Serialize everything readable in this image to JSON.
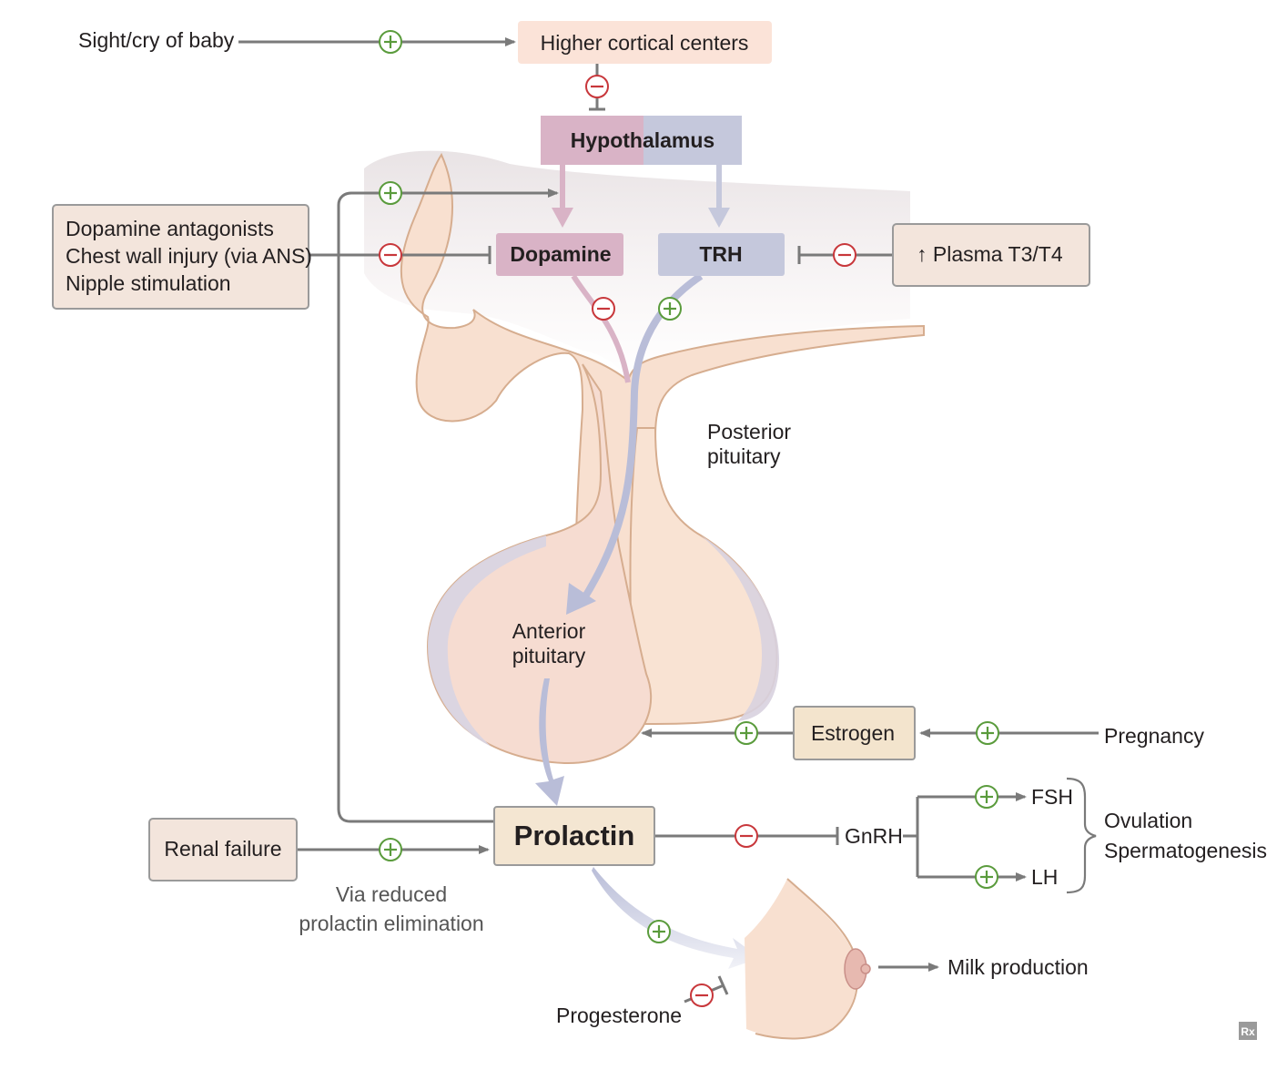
{
  "colors": {
    "tissue": "#f8e0d0",
    "tissue_edge": "#d6ad8f",
    "anterior": "#f6dcd1",
    "hypothalamus_pink": "#d9b3c6",
    "hypothalamus_blue": "#c5c8dc",
    "box_fill": "#f3e5dc",
    "box_border": "#9a9a9a",
    "prolactin_fill": "#f4e6d2",
    "estrogen_fill": "#f3e4cd",
    "higher_fill": "#fbe3d8",
    "plus": "#5a9b3c",
    "minus": "#c8373b",
    "arrow_gray": "#7a7a7a",
    "flow_blue": "#b9bdd8"
  },
  "labels": {
    "sight_cry": "Sight/cry of baby",
    "higher_cortical": "Higher cortical centers",
    "hypothalamus": "Hypothalamus",
    "dopamine": "Dopamine",
    "trh": "TRH",
    "dopamine_antagonists": "Dopamine antagonists",
    "chest_wall": "Chest wall injury (via ANS)",
    "nipple_stim": "Nipple stimulation",
    "plasma_t3t4": "↑ Plasma T3/T4",
    "posterior_1": "Posterior",
    "posterior_2": "pituitary",
    "anterior_1": "Anterior",
    "anterior_2": "pituitary",
    "estrogen": "Estrogen",
    "pregnancy": "Pregnancy",
    "prolactin": "Prolactin",
    "renal_failure": "Renal failure",
    "via_reduced_1": "Via reduced",
    "via_reduced_2": "prolactin elimination",
    "gnrh": "GnRH",
    "fsh": "FSH",
    "lh": "LH",
    "ovulation": "Ovulation",
    "spermatogenesis": "Spermatogenesis",
    "milk_production": "Milk production",
    "progesterone": "Progesterone",
    "rx_logo": "Rx"
  }
}
